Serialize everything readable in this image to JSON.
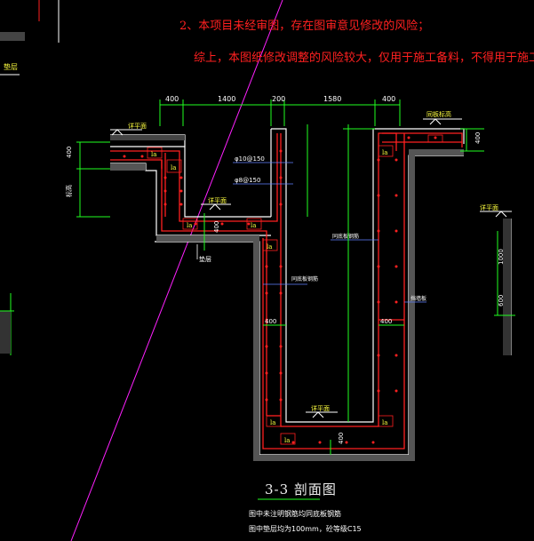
{
  "notes": {
    "line2": "2、本项目未经审图，存在图审意见修改的风险；",
    "line3": "综上，本图纸修改调整的风险较大，仅用于施工备料，不得用于施工。"
  },
  "dimensions_top": [
    "400",
    "1400",
    "200",
    "1580",
    "400"
  ],
  "section_title": "3-3 剖面图",
  "legend": {
    "line1": "图中未注明钢筋均同底板钢筋",
    "line2": "图中垫层均为100mm，砼等级C15"
  },
  "labels": {
    "level_left": "详平面",
    "level_right": "同板标高",
    "level_bottom": "详平面",
    "level_mid": "详平面",
    "level_far_right": "详平面",
    "bar1": "φ10@150",
    "bar2": "φ8@150",
    "bottom_bar_note": "同底板钢筋",
    "wall_bar_note": "同底板钢筋",
    "cushion": "垫层",
    "wall_label": "挡墙板",
    "lap": "la",
    "dim_400": "400",
    "dim_1000": "1000",
    "dim_600": "600",
    "far_left": "垫层"
  },
  "colors": {
    "background": "#000000",
    "concrete_outline": "#ffffff",
    "rebar": "#ff2020",
    "dimension": "#20ff20",
    "magenta_line": "#ff20ff",
    "text_yellow": "#ffff40",
    "text_cyan": "#40ffff"
  }
}
